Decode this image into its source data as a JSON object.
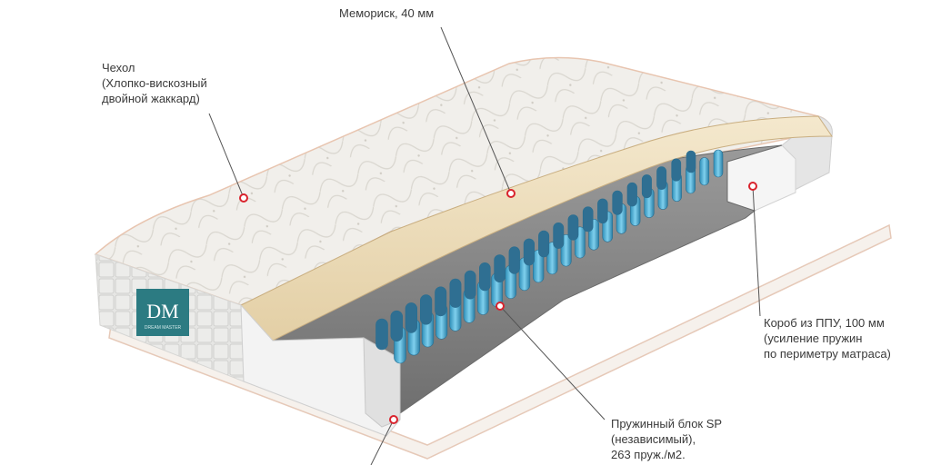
{
  "brand": {
    "logo_letters": "DM",
    "logo_subtitle": "DREAM MASTER"
  },
  "callouts": {
    "memorix": {
      "line1": "Мемориск, 40 мм"
    },
    "cover": {
      "line1": "Чехол",
      "line2": "(Хлопко-вискозный",
      "line3": "двойной жаккард)"
    },
    "box": {
      "line1": "Короб из ППУ, 100 мм",
      "line2": "(усиление пружин",
      "line3": "по периметру матраса)"
    },
    "spring": {
      "line1": "Пружинный блок SP",
      "line2": "(независимый),",
      "line3": "263 пруж./м2."
    }
  },
  "colors": {
    "quilt": "#f1efeb",
    "side_panel": "#e3e3e1",
    "memory_foam": "#ecdcb9",
    "foam_box": "#f3f3f3",
    "felt": "#8a8a8a",
    "spring": "#4fb2d8",
    "logo_bg": "#2c7b82",
    "marker": "#d9232d",
    "leader": "#555555"
  }
}
